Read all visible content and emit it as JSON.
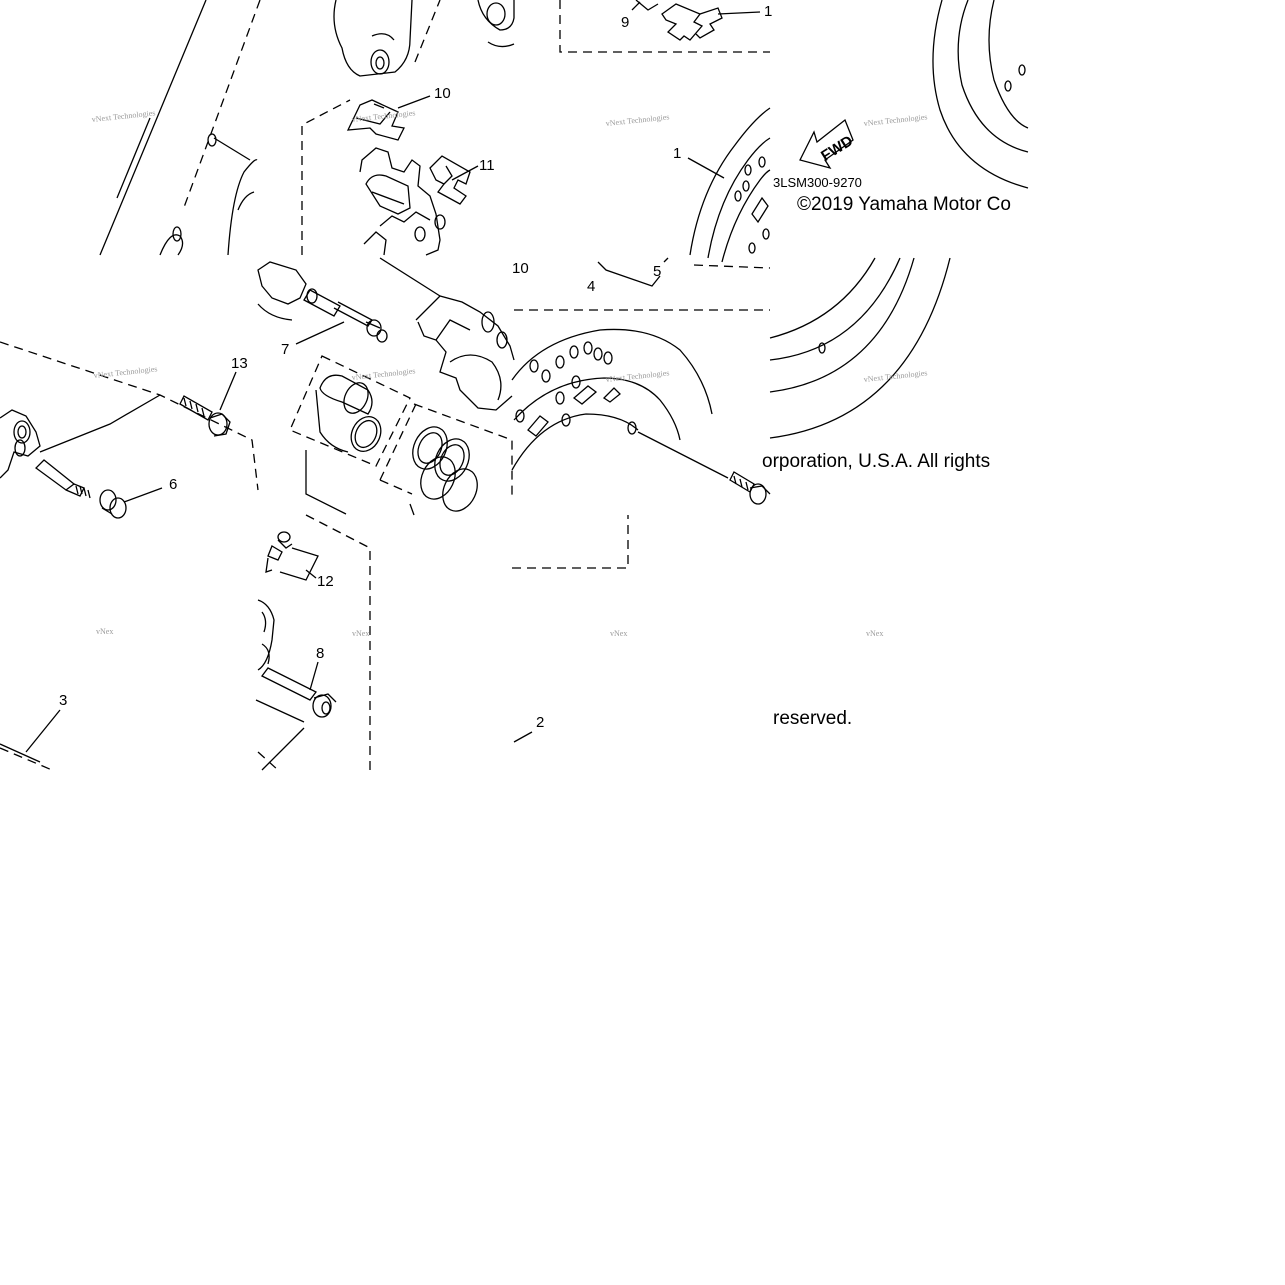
{
  "diagram": {
    "callouts": {
      "c1a": "1",
      "c1b": "1",
      "c2": "2",
      "c3": "3",
      "c4": "4",
      "c5": "5",
      "c6": "6",
      "c7": "7",
      "c8": "8",
      "c9": "9",
      "c10a": "10",
      "c10b": "10",
      "c11": "11",
      "c12": "12",
      "c13": "13"
    },
    "fwd_label": "FWD",
    "diagram_code": "3LSM300-9270",
    "copyright_1": "©2019 Yamaha Motor Co",
    "copyright_2": "orporation, U.S.A. All rights",
    "copyright_3": "reserved.",
    "watermark": "vNext Technologies",
    "watermark_short": "vNex"
  }
}
